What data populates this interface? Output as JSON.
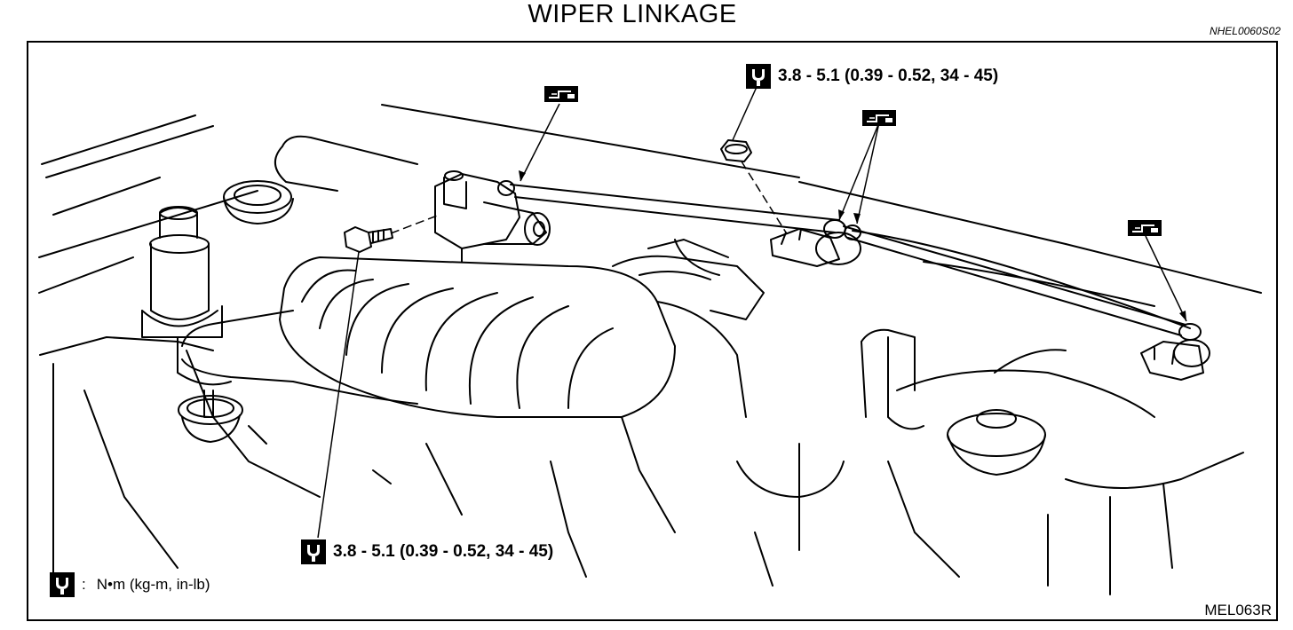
{
  "title": "WIPER LINKAGE",
  "code": "NHEL0060S02",
  "reference": "MEL063R",
  "torque_top": "3.8 - 5.1 (0.39 - 0.52, 34 - 45)",
  "torque_bottom": "3.8 - 5.1 (0.39 - 0.52, 34 - 45)",
  "legend": {
    "unit": "N•m (kg-m, in-lb)"
  },
  "icons": {
    "torque": "torque-wrench-icon",
    "grease": "grease-point-icon"
  }
}
